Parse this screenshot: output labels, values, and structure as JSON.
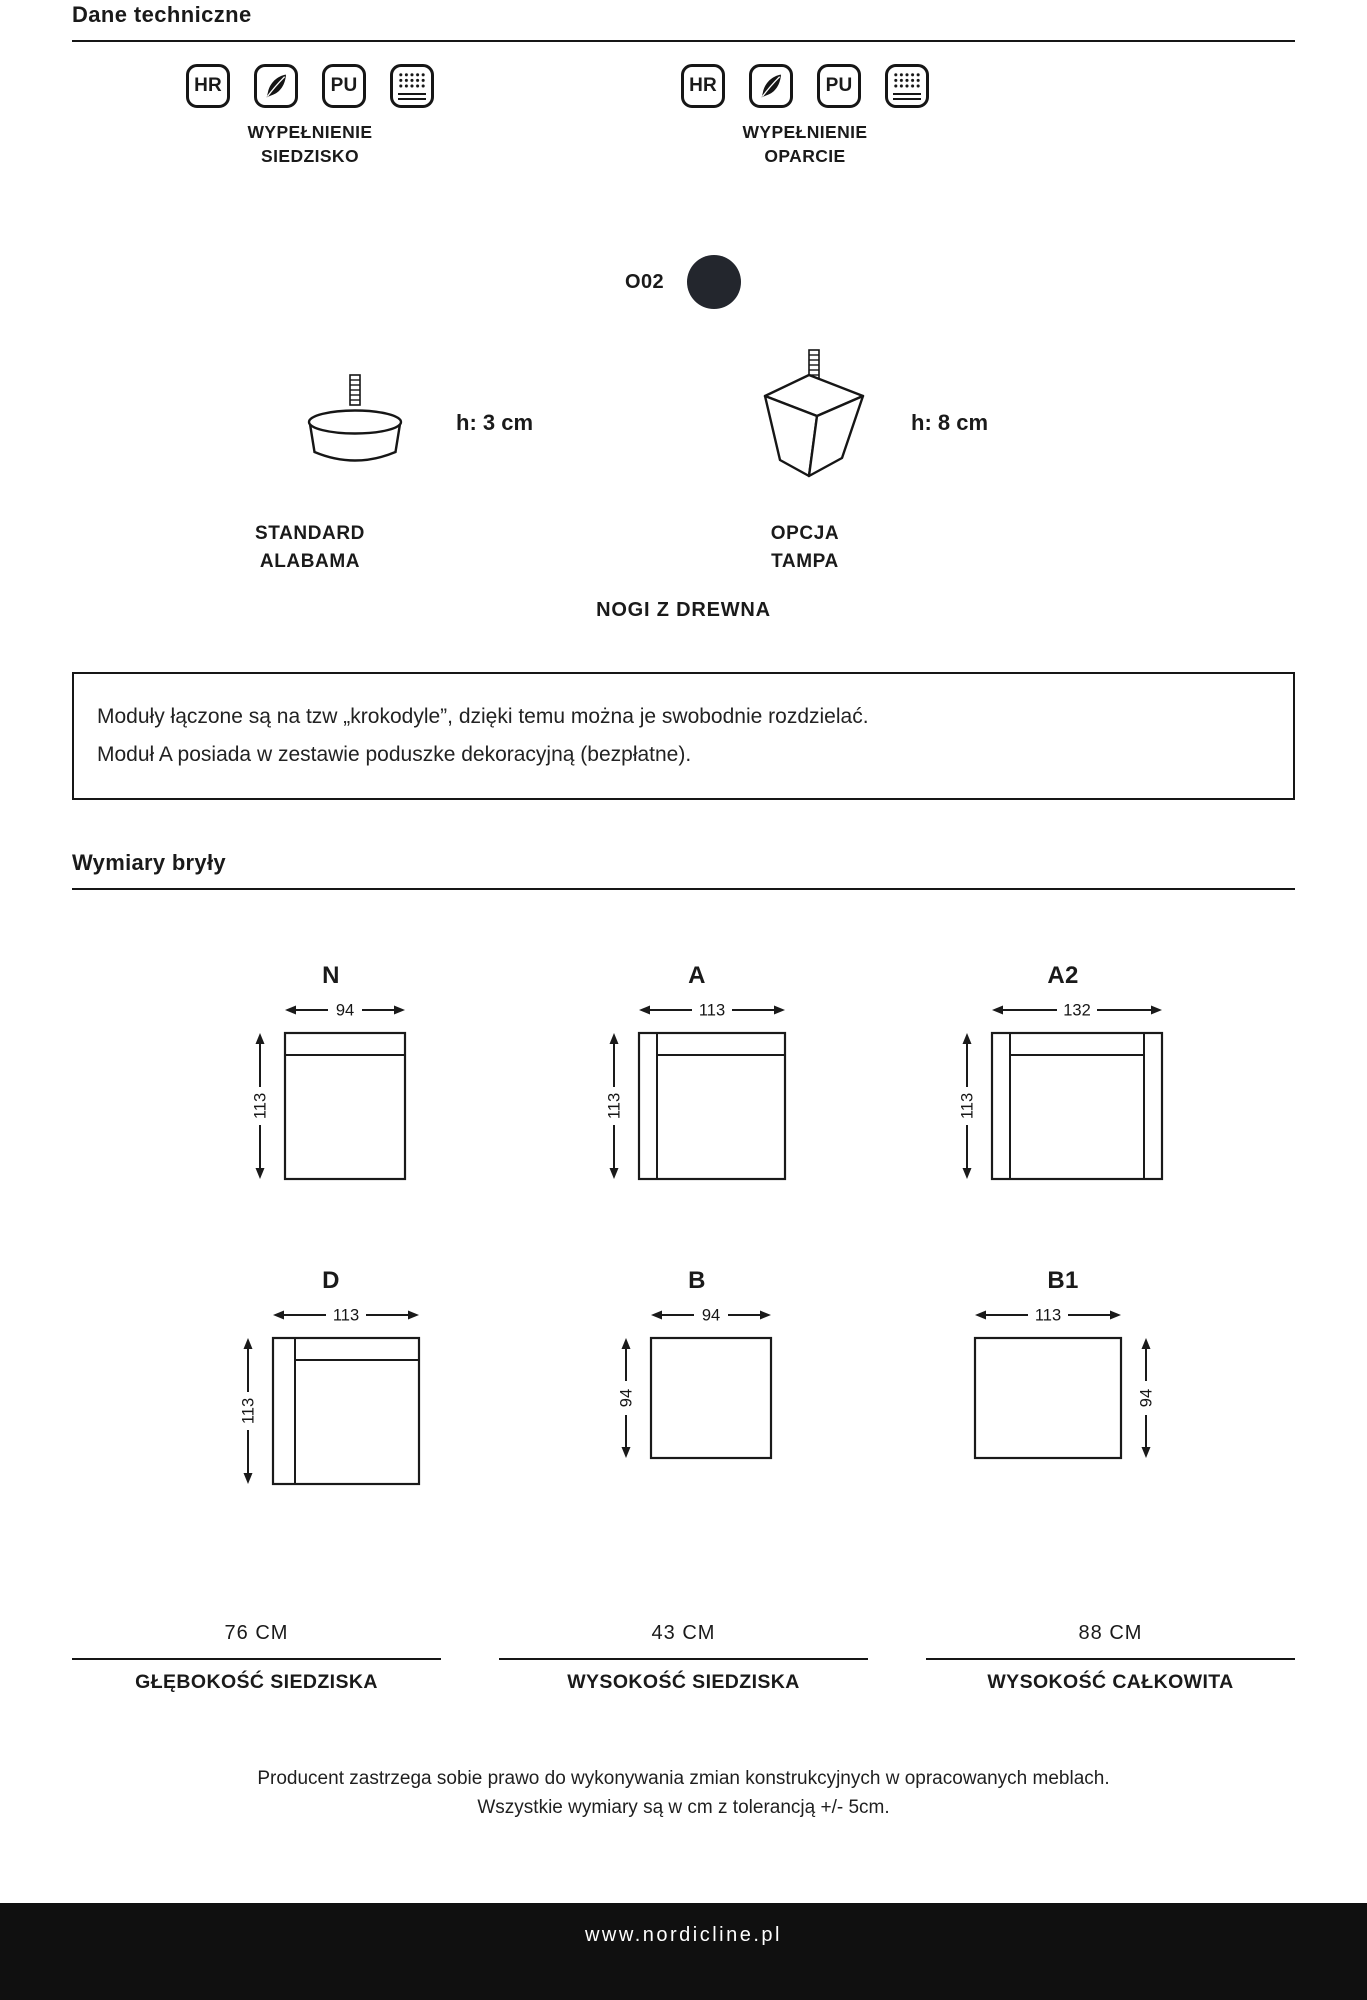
{
  "header": {
    "title": "Dane techniczne"
  },
  "fillings": {
    "icons": {
      "hr": "HR",
      "pu": "PU"
    },
    "seat": {
      "title_line1": "WYPEŁNIENIE",
      "title_line2": "SIEDZISKO"
    },
    "back": {
      "title_line1": "WYPEŁNIENIE",
      "title_line2": "OPARCIE"
    }
  },
  "fabric": {
    "code": "O02",
    "color": "#23262d"
  },
  "legs": {
    "section_title": "NOGI Z DREWNA",
    "standard": {
      "height": "h: 3 cm",
      "type": "STANDARD",
      "name": "ALABAMA"
    },
    "option": {
      "height": "h: 8 cm",
      "type": "OPCJA",
      "name": "TAMPA"
    }
  },
  "note": {
    "line1": "Moduły łączone są na tzw „krokodyle”, dzięki temu można je swobodnie rozdzielać.",
    "line2": "Moduł A posiada w zestawie poduszke dekoracyjną (bezpłatne)."
  },
  "dimensions": {
    "title": "Wymiary bryły",
    "modules": [
      {
        "label": "N",
        "width": 94,
        "height": 113
      },
      {
        "label": "A",
        "width": 113,
        "height": 113
      },
      {
        "label": "A2",
        "width": 132,
        "height": 113
      },
      {
        "label": "D",
        "width": 113,
        "height": 113
      },
      {
        "label": "B",
        "width": 94,
        "height": 94
      },
      {
        "label": "B1",
        "width": 113,
        "height": 94
      }
    ]
  },
  "stats": [
    {
      "value": "76 CM",
      "label": "GŁĘBOKOŚĆ SIEDZISKA"
    },
    {
      "value": "43 CM",
      "label": "WYSOKOŚĆ SIEDZISKA"
    },
    {
      "value": "88 CM",
      "label": "WYSOKOŚĆ CAŁKOWITA"
    }
  ],
  "disclaimer": {
    "line1": "Producent zastrzega sobie prawo do wykonywania zmian konstrukcyjnych w opracowanych meblach.",
    "line2": "Wszystkie wymiary są w cm z tolerancją +/- 5cm."
  },
  "footer": {
    "url": "www.nordicline.pl"
  }
}
